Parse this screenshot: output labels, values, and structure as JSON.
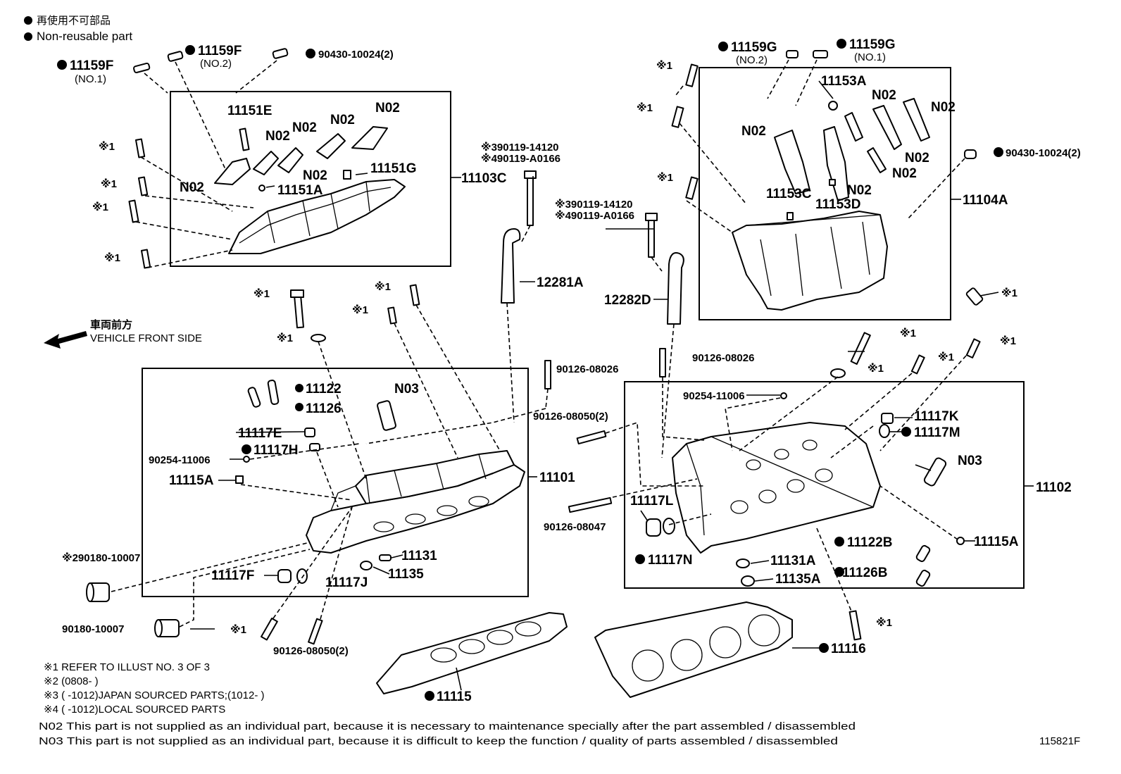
{
  "legend": {
    "bullet_ja": "再使用不可部品",
    "bullet_en": "Non-reusable part"
  },
  "direction": {
    "ja": "車両前方",
    "en": "VEHICLE FRONT SIDE"
  },
  "labels": {
    "p11159F": "11159F",
    "p11159F_no": "(NO.1)",
    "p11159F2": "11159F",
    "p11159F2_no": "(NO.2)",
    "p90430L": "90430-10024(2)",
    "p11151E": "11151E",
    "p11151A": "11151A",
    "p11151G": "11151G",
    "p11103C": "11103C",
    "n02": "N02",
    "n03": "N03",
    "ref1": "※1",
    "p12281A": "12281A",
    "p12282D": "12282D",
    "s390119L": "※390119-14120",
    "s490119L": "※490119-A0166",
    "s390119R": "※390119-14120",
    "s490119R": "※490119-A0166",
    "p11159G2": "11159G",
    "p11159G2_no": "(NO.2)",
    "p11159G1": "11159G",
    "p11159G1_no": "(NO.1)",
    "p11153A": "11153A",
    "p11153C": "11153C",
    "p11153D": "11153D",
    "p90430R": "90430-10024(2)",
    "p11104A": "11104A",
    "p11122": "11122",
    "p11126": "11126",
    "p11117E": "11117E",
    "p11117H": "11117H",
    "p90254L": "90254-11006",
    "p11115A_L": "11115A",
    "p11101": "11101",
    "p90126_08026L": "90126-08026",
    "p90126_08050L": "90126-08050(2)",
    "p290180": "※290180-10007",
    "p11131": "11131",
    "p11135": "11135",
    "p11117F": "11117F",
    "p11117J": "11117J",
    "p90180": "90180-10007",
    "p90126_08050B": "90126-08050(2)",
    "p11115": "11115",
    "p90126_08026R": "90126-08026",
    "p90254R": "90254-11006",
    "p11117K": "11117K",
    "p11117M": "11117M",
    "p11102": "11102",
    "p11117L": "11117L",
    "p90126_08047": "90126-08047",
    "p11117N": "11117N",
    "p11131A": "11131A",
    "p11135A": "11135A",
    "p11122B": "11122B",
    "p11126B": "11126B",
    "p11115A_R": "11115A",
    "p11116": "11116"
  },
  "notes": {
    "n1": "※1 REFER TO ILLUST NO. 3 OF 3",
    "n2": "※2 (0808-      )",
    "n3": "※3 (      -1012)JAPAN SOURCED PARTS;(1012-      )",
    "n4": "※4 (      -1012)LOCAL SOURCED PARTS",
    "n02": "N02  This part is not supplied as an individual part, because it is necessary to maintenance specially after the part assembled / disassembled",
    "n03": "N03  This part is not supplied as an individual part, because it is difficult to keep the function / quality of parts  assembled / disassembled",
    "code": "115821F"
  }
}
